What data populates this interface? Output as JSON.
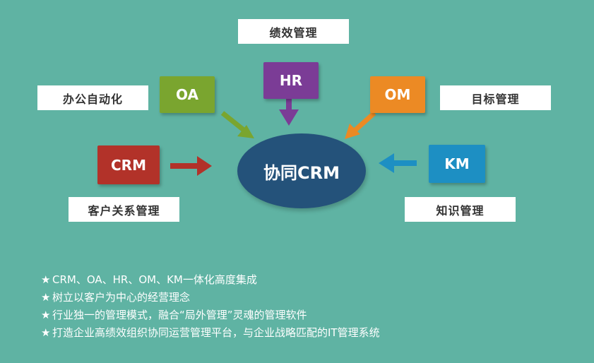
{
  "center": {
    "label": "协同CRM"
  },
  "systems": {
    "hr": {
      "label": "HR",
      "color": "#7b3c96",
      "caption": "绩效管理"
    },
    "oa": {
      "label": "OA",
      "color": "#7aa52f",
      "caption": "办公自动化"
    },
    "om": {
      "label": "OM",
      "color": "#ec8a24",
      "caption": "目标管理"
    },
    "crm": {
      "label": "CRM",
      "color": "#b23229",
      "caption": "客户关系管理"
    },
    "km": {
      "label": "KM",
      "color": "#1d8fc3",
      "caption": "知识管理"
    }
  },
  "center_color": "#24527a",
  "background_color": "#5fb3a3",
  "bullet_icon": "star-icon",
  "bullets": [
    "CRM、OA、HR、OM、KM一体化高度集成",
    "树立以客户为中心的经营理念",
    "行业独一的管理模式，融合“局外管理”灵魂的管理软件",
    "打造企业高绩效组织协同运营管理平台，与企业战略匹配的IT管理系统"
  ]
}
